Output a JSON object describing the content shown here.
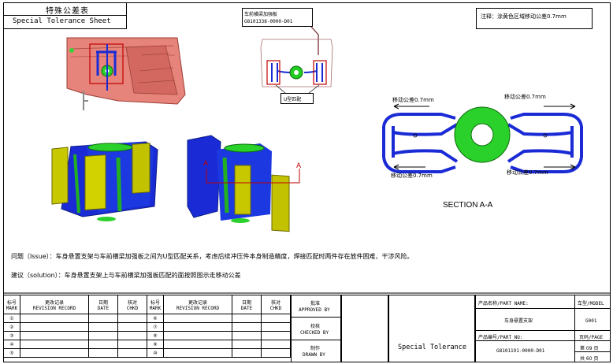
{
  "header": {
    "title_cn": "特殊公差表",
    "title_en": "Special Tolerance Sheet"
  },
  "part_callout": {
    "line1": "车前横梁加强板",
    "line2": "G8101338-0000-D01",
    "zone_label": "U型匹配"
  },
  "top_note": "注释：涂黄色区域移动公差0.7mm",
  "section": {
    "label": "SECTION A-A",
    "tol_top_left": "移动公差0.7mm",
    "tol_top_right": "移动公差0.7mm",
    "tol_bottom_left": "移动公差0.7mm",
    "tol_bottom_right": "移动公差0.7mm"
  },
  "section_marks": {
    "a_left": "A",
    "a_right": "A"
  },
  "issue_text": "问题（Issue）：车身悬置支架与车前横梁加强板之间为U型匹配关系，考虑后续冲压件本身制造精度，焊接匹配时两件存在放件困难、干涉风险。",
  "solution_text": "建议（solution）：车身悬置支架上与车前横梁加强板匹配的面按照图示走移动公差",
  "title_block": {
    "cols": {
      "mark1": "标号",
      "mark1_en": "MARK",
      "rev1": "更改记录",
      "rev1_en": "REVISION RECORD",
      "date1": "日期",
      "date1_en": "DATE",
      "chkd1": "核对",
      "chkd1_en": "CHKD",
      "mark2": "标号",
      "mark2_en": "MARK",
      "rev2": "更改记录",
      "rev2_en": "REVISION RECORD",
      "date2": "日期",
      "date2_en": "DATE",
      "chkd2": "核对",
      "chkd2_en": "CHKD"
    },
    "marks_left": [
      "①",
      "②",
      "③",
      "④",
      "⑤"
    ],
    "marks_right": [
      "⑥",
      "⑦",
      "⑧",
      "⑨",
      "⑩"
    ],
    "approved": "批准",
    "approved_en": "APPROVED BY",
    "checked": "校核",
    "checked_en": "CHECKED BY",
    "drawn": "制作",
    "drawn_en": "DRAWN BY",
    "doc_type": "Special Tolerance",
    "part_name_label": "产品名称/PART NAME:",
    "part_name": "车身悬置支架",
    "model_label": "车型/MODEL",
    "model": "G001",
    "part_no_label": "产品编号/PART NO:",
    "part_no": "G8101191-0000-D01",
    "page_label": "页码/PAGE",
    "page_current": "第 09 页",
    "page_total": "共 60 页"
  }
}
